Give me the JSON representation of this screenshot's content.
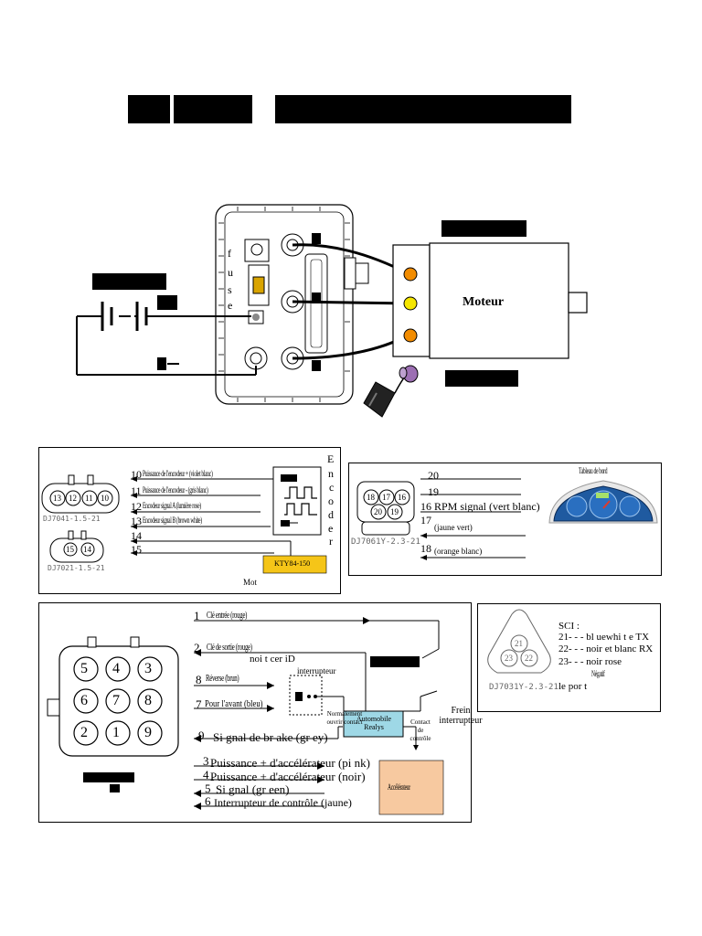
{
  "motor": {
    "label": "Moteur"
  },
  "controller": {
    "fuse_letters": [
      "f",
      "u",
      "s",
      "e"
    ]
  },
  "encoder_panel": {
    "title_letters": [
      "E",
      "n",
      "c",
      "o",
      "d",
      "e",
      "r"
    ],
    "connector_code": "DJ7041-1.5-21",
    "connector_code_2": "DJ7021-1.5-21",
    "lines": [
      {
        "num": "10",
        "text": "Puissance de l'encodeur + (violet blanc)"
      },
      {
        "num": "11",
        "text": "Puissance de l'encodeur - (gris blanc)"
      },
      {
        "num": "12",
        "text": "Encodeur signal A (lumière rose)"
      },
      {
        "num": "13",
        "text": "Encodeur signal B (brown white)"
      }
    ],
    "pins_top": [
      "13",
      "12",
      "11",
      "10"
    ],
    "pins_bottom": [
      "15",
      "14"
    ],
    "line_14": "14",
    "line_15": "15",
    "kty_label": "KTY84-150",
    "mot_label": "Mot"
  },
  "dash_panel": {
    "connector_code": "DJ7061Y-2.3-21",
    "pins_top": [
      "18",
      "17",
      "16"
    ],
    "pins_bottom": [
      "20",
      "19"
    ],
    "line_20": "20",
    "line_19": "19",
    "line_16": "16 RPM signal (vert blanc)",
    "line_17_num": "17",
    "line_17_sub": "(jaune vert)",
    "line_18_num": "18",
    "line_18_sub": "(orange blanc)",
    "dashboard_label": "Tableau de bord"
  },
  "main_panel": {
    "pins": [
      "5",
      "4",
      "3",
      "6",
      "7",
      "8",
      "2",
      "1",
      "9"
    ],
    "lines": [
      {
        "num": "1",
        "text": "Clé entrée (rouge)"
      },
      {
        "num": "2",
        "text": "Clé de sortie (rouge)"
      },
      {
        "num": "8",
        "text": "Réverse (brun)"
      },
      {
        "num": "7",
        "text": "Pour l'avant (bleu)"
      },
      {
        "num": "9",
        "text": "Si gnal de br ake (gr ey)"
      },
      {
        "num": "3",
        "text": "Puissance + d'accélérateur (pi nk)"
      },
      {
        "num": "4",
        "text": "Puissance + d'accélérateur (noir)"
      },
      {
        "num": "5",
        "text": "Si gnal (gr een)"
      },
      {
        "num": "6",
        "text": "Interrupteur de contrôle (jaune)"
      }
    ],
    "noitcer": "noi t cer iD",
    "interrupteur": "interrupteur",
    "normal_label": "Normalement ouvrir contact",
    "relay_label": "Automobile Realys",
    "contact_label": "Contact de contrôle",
    "frein_label": "Frein interrupteur",
    "accel_label": "Accélérateur"
  },
  "sci_panel": {
    "title": "SCI :",
    "lines": [
      "21- - - bl uewhi t e TX",
      "22- - - noir et blanc RX",
      "23- - - noir rose",
      "Négatif",
      "le por t"
    ],
    "pins": [
      "21",
      "23",
      "22"
    ],
    "connector_code": "DJ7031Y-2.3-21"
  },
  "colors": {
    "terminal_orange": "#f28c00",
    "terminal_yellow": "#f5e600",
    "kty_fill": "#f5c518",
    "relay_fill": "#9ed8e6",
    "accel_fill": "#f7c9a0",
    "dash_blue": "#1f5aa0"
  }
}
